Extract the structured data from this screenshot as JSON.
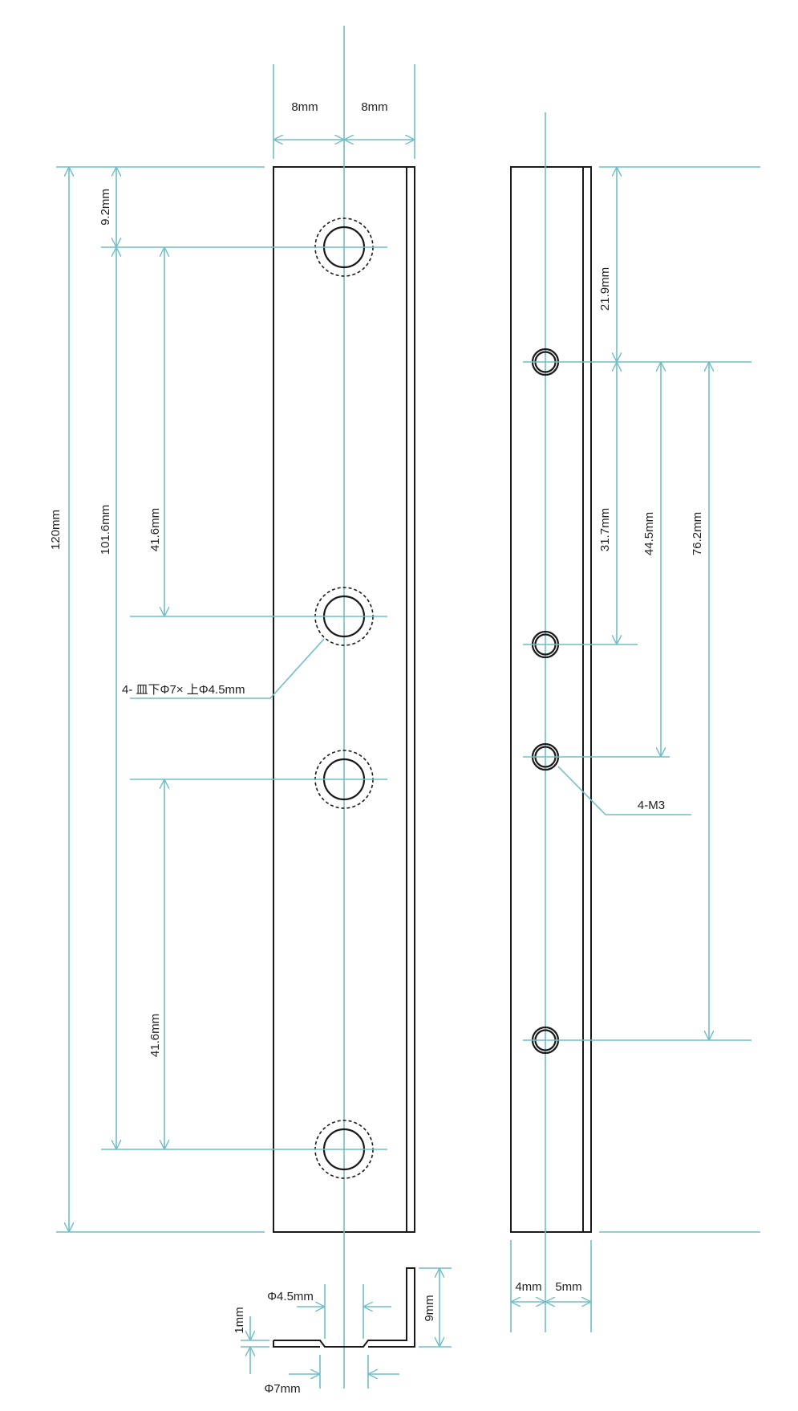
{
  "drawing": {
    "front_view": {
      "dim_half_width_left": "8mm",
      "dim_half_width_right": "8mm",
      "dim_total_height": "120mm",
      "dim_hole_span": "101.6mm",
      "dim_top_offset": "9.2mm",
      "dim_pitch_upper": "41.6mm",
      "dim_pitch_lower": "41.6mm",
      "hole_callout": "4- 皿下Φ7× 上Φ4.5mm"
    },
    "side_view": {
      "dim_top_offset": "21.9mm",
      "dim_pitch_1": "31.7mm",
      "dim_pitch_2": "44.5mm",
      "dim_pitch_3": "76.2mm",
      "thread_callout": "4-M3",
      "dim_left_width": "4mm",
      "dim_right_width": "5mm"
    },
    "section_view": {
      "dim_small_dia": "Φ4.5mm",
      "dim_large_dia": "Φ7mm",
      "dim_thickness": "1mm",
      "dim_height": "9mm"
    }
  },
  "colors": {
    "dimension_line": "#6fbec5",
    "outline": "#1a1a1a",
    "text": "#222222",
    "background": "#ffffff"
  }
}
